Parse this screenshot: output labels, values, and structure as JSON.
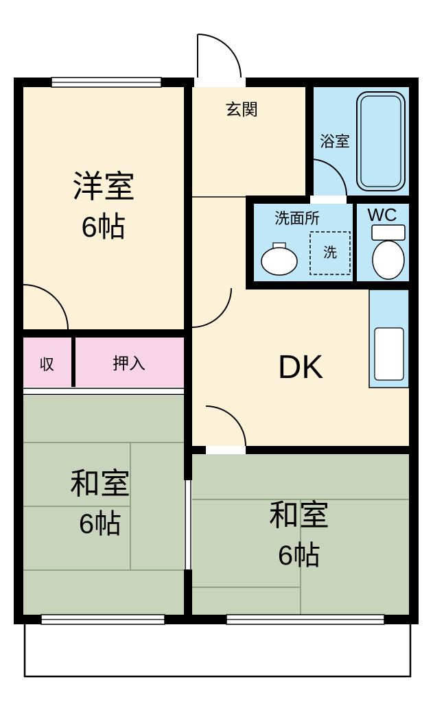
{
  "floorplan": {
    "rooms": {
      "genkan": {
        "label": "玄関"
      },
      "bath": {
        "label": "浴室"
      },
      "washroom": {
        "label": "洗面所"
      },
      "washer": {
        "label": "洗"
      },
      "wc": {
        "label": "WC"
      },
      "western": {
        "label": "洋室",
        "size": "6帖"
      },
      "storage": {
        "label": "収"
      },
      "closet": {
        "label": "押入"
      },
      "dk": {
        "label": "DK"
      },
      "japanese_left": {
        "label": "和室",
        "size": "6帖"
      },
      "japanese_right": {
        "label": "和室",
        "size": "6帖"
      }
    },
    "colors": {
      "wall": "#000000",
      "room_cream": "#FBF2D7",
      "wet_blue": "#BFE7F7",
      "closet_pink": "#F8D4E8",
      "tatami_green": "#C8D4BC",
      "tatami_line": "#8FA383",
      "white": "#FFFFFF"
    }
  }
}
